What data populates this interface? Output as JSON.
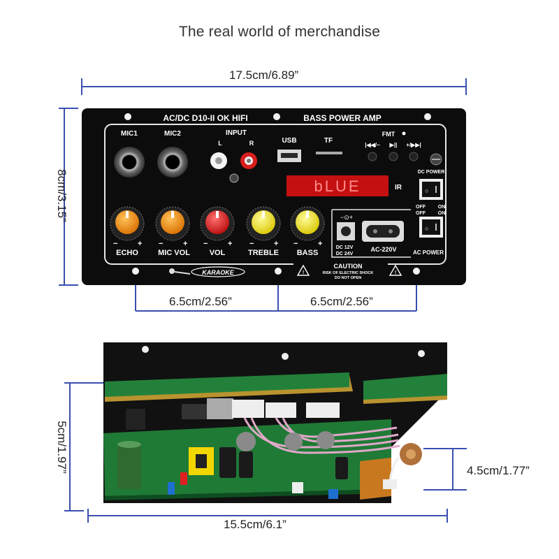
{
  "headline": "The real world of merchandise",
  "colors": {
    "dimension_line": "#3a4fb0",
    "panel": "#111111",
    "pcb": "#1f7a36",
    "knob_orange": "#f08a00",
    "knob_red": "#e02020",
    "knob_yellow": "#f2e20a",
    "display": "#c41010"
  },
  "front_panel": {
    "title_left": "AC/DC D10-II OK HIFI",
    "title_right": "BASS  POWER  AMP",
    "labels": {
      "mic1": "MIC1",
      "mic2": "MIC2",
      "input": "INPUT",
      "left": "L",
      "right": "R",
      "usb": "USB",
      "tf": "TF",
      "fmt": "FMT",
      "prev": "|◀◀/−",
      "play": "▶||",
      "next": "+/▶▶|",
      "ir": "IR",
      "dc_power": "DC POWER",
      "ac_power": "AC POWER",
      "off": "OFF",
      "on": "ON",
      "dc_in_1": "DC 12V",
      "dc_in_2": "DC 24V",
      "ac_in": "AC-220V",
      "karaoke": "KARAOKE",
      "caution": "CAUTION",
      "caution_l1": "RISK OF ELECTRIC SHOCK",
      "caution_l2": "DO NOT OPEN",
      "minus": "−",
      "plus": "+"
    },
    "display_text": "bLUE",
    "knobs": [
      "ECHO",
      "MIC VOL",
      "VOL",
      "TREBLE",
      "BASS"
    ]
  },
  "dimensions": {
    "width": "17.5cm/6.89”",
    "height": "8cm/3.15”",
    "spacing_left": "6.5cm/2.56”",
    "spacing_right": "6.5cm/2.56”",
    "board_height": "5cm/1.97”",
    "board_depth": "4.5cm/1.77”",
    "board_width": "15.5cm/6.1”"
  }
}
